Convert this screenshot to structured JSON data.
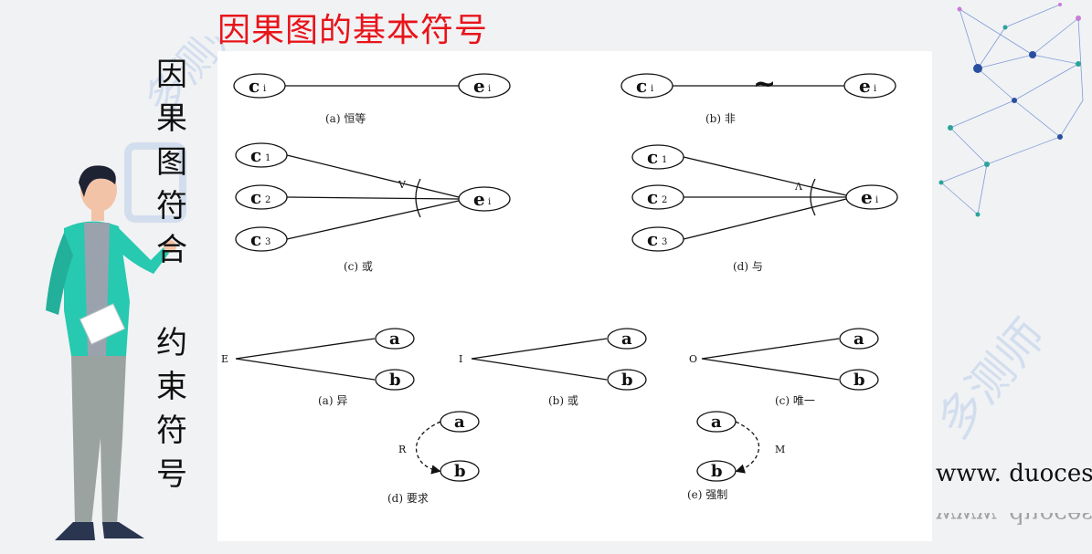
{
  "slide": {
    "title": "因果图的基本符号",
    "side_label_1": [
      "因",
      "果",
      "图",
      "符",
      "合"
    ],
    "side_label_2": [
      "约",
      "束",
      "符",
      "号"
    ],
    "url": "www. duocesh"
  },
  "diagram": {
    "nodes": {
      "ci": "c",
      "ei": "e",
      "sub_i": "i",
      "c1_sub": "1",
      "c2_sub": "2",
      "c3_sub": "3",
      "a": "a",
      "b": "b"
    },
    "symbols": {
      "not": "~",
      "or": "V",
      "and": "Λ"
    },
    "captions": {
      "identity": "(a) 恒等",
      "not": "(b)  非",
      "or": "(c)  或",
      "and": "(d)  与",
      "exclusive": "(a)  异",
      "inclusive": "(b)  或",
      "one_only": "(c)  唯一",
      "requires": "(d)  要求",
      "masks": "(e)  强制"
    },
    "constraint_letters": {
      "E": "E",
      "I": "I",
      "O": "O",
      "R": "R",
      "M": "M"
    }
  },
  "colors": {
    "title": "#e8141a",
    "accent_teal": "#27c9b0",
    "network_blue": "#2b4fa0",
    "network_teal": "#2aa39a"
  }
}
